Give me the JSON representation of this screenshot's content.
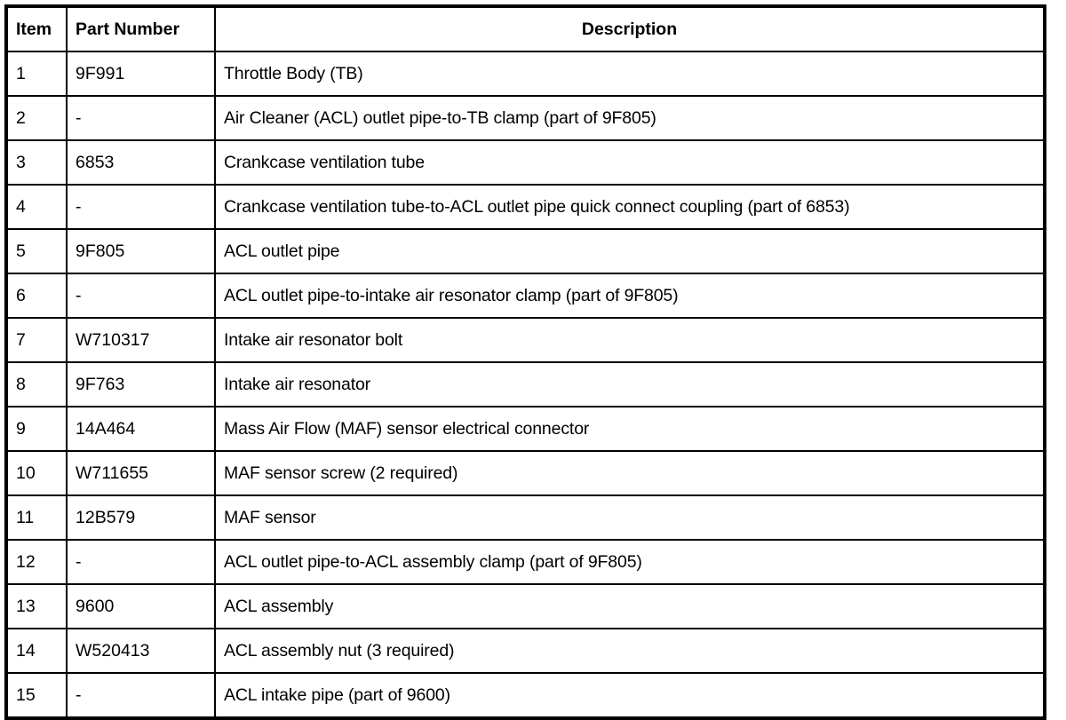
{
  "table": {
    "name": "engine-air-intake-parts-list",
    "columns": [
      {
        "key": "item",
        "label": "Item",
        "align": "left"
      },
      {
        "key": "part_number",
        "label": "Part Number",
        "align": "left"
      },
      {
        "key": "description",
        "label": "Description",
        "align": "center"
      }
    ],
    "rows": [
      {
        "item": "1",
        "part_number": "9F991",
        "description": "Throttle Body (TB)"
      },
      {
        "item": "2",
        "part_number": "-",
        "description": "Air Cleaner (ACL) outlet pipe-to-TB clamp (part of 9F805)"
      },
      {
        "item": "3",
        "part_number": "6853",
        "description": "Crankcase ventilation tube"
      },
      {
        "item": "4",
        "part_number": "-",
        "description": "Crankcase ventilation tube-to-ACL outlet pipe quick connect coupling (part of 6853)"
      },
      {
        "item": "5",
        "part_number": "9F805",
        "description": "ACL outlet pipe"
      },
      {
        "item": "6",
        "part_number": "-",
        "description": "ACL outlet pipe-to-intake air resonator clamp (part of 9F805)"
      },
      {
        "item": "7",
        "part_number": "W710317",
        "description": "Intake air resonator bolt"
      },
      {
        "item": "8",
        "part_number": "9F763",
        "description": "Intake air resonator"
      },
      {
        "item": "9",
        "part_number": "14A464",
        "description": "Mass Air Flow (MAF) sensor electrical connector"
      },
      {
        "item": "10",
        "part_number": "W711655",
        "description": "MAF sensor screw (2 required)"
      },
      {
        "item": "11",
        "part_number": "12B579",
        "description": "MAF sensor"
      },
      {
        "item": "12",
        "part_number": "-",
        "description": "ACL outlet pipe-to-ACL assembly clamp (part of 9F805)"
      },
      {
        "item": "13",
        "part_number": "9600",
        "description": "ACL assembly"
      },
      {
        "item": "14",
        "part_number": "W520413",
        "description": "ACL assembly nut (3 required)"
      },
      {
        "item": "15",
        "part_number": "-",
        "description": "ACL intake pipe (part of 9600)"
      }
    ]
  },
  "style": {
    "text_color": "#000000",
    "background_color": "#ffffff",
    "border_color": "#000000"
  }
}
